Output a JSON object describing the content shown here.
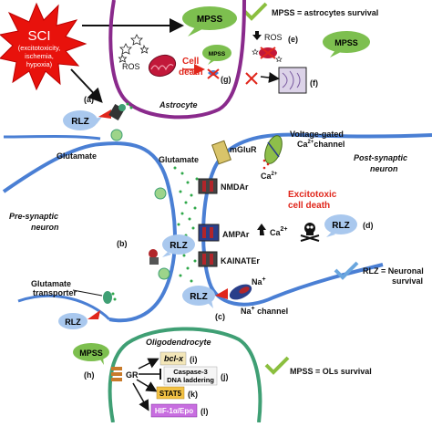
{
  "sci": {
    "title": "SCI",
    "l1": "(excitotoxicity,",
    "l2": "ischemia,",
    "l3": "hypoxia)"
  },
  "top": {
    "mpss_bubble": "MPSS",
    "legend": "MPSS = astrocytes survival"
  },
  "astro": {
    "ros": "ROS",
    "cell_death_1": "Cell",
    "cell_death_2": "death",
    "mpss_small": "MPSS",
    "tag_g": "(g)",
    "ros_down": "ROS",
    "tag_e": "(e)",
    "mpss_right": "MPSS",
    "tag_f": "(f)",
    "title": "Astrocyte",
    "tag_a": "(a)",
    "rlz": "RLZ"
  },
  "synapse": {
    "glutamate_left": "Glutamate",
    "glutamate_mid": "Glutamate",
    "mglur": "mGluR",
    "vg1": "Voltage-gated",
    "vg2": "Ca",
    "vg2_sup": "2+",
    "vg3": "channel",
    "ca_ion": "Ca",
    "ca_ion_sup": "2+",
    "nmda": "NMDAr",
    "ampa": "AMPAr",
    "kainate": "KAINATEr",
    "ca_up": "Ca",
    "ca_up_sup": "2+",
    "excito_1": "Excitotoxic",
    "excito_2": "cell death",
    "rlz_d": "RLZ",
    "tag_d": "(d)",
    "pre_1": "Pre-synaptic",
    "pre_2": "neuron",
    "post_1": "Post-synaptic",
    "post_2": "neuron",
    "rlz_b": "RLZ",
    "tag_b": "(b)",
    "gt1": "Glutamate",
    "gt2": "transporter",
    "rlz_left": "RLZ",
    "rlz_c": "RLZ",
    "tag_c": "(c)",
    "na": "Na",
    "na_sup": "+",
    "na_ch": "Na",
    "na_ch_sup": "+",
    "na_ch_2": " channel",
    "rlz_legend_1": "RLZ = Neuronal",
    "rlz_legend_2": "survival"
  },
  "oligo": {
    "title": "Oligodendrocyte",
    "mpss": "MPSS",
    "tag_h": "(h)",
    "gr": "GR",
    "bclx": "bcl-x",
    "tag_i": "(i)",
    "casp_1": "Caspase-3",
    "casp_2": "DNA laddering",
    "tag_j": "(j)",
    "stat5": "STAT5",
    "tag_k": "(k)",
    "hif": "HIF-1α/Epo",
    "tag_l": "(l)",
    "legend": "MPSS = OLs survival"
  },
  "colors": {
    "membrane_blue": "#4a7fd4",
    "astro_purple": "#8a2a8c",
    "oligo_green": "#3f9f74",
    "sci_red": "#e8120c",
    "bubble_green": "#7dbf4f",
    "bubble_blue": "#a9c8ee",
    "check_blue": "#6aa6de",
    "check_green": "#8bbf3f"
  }
}
